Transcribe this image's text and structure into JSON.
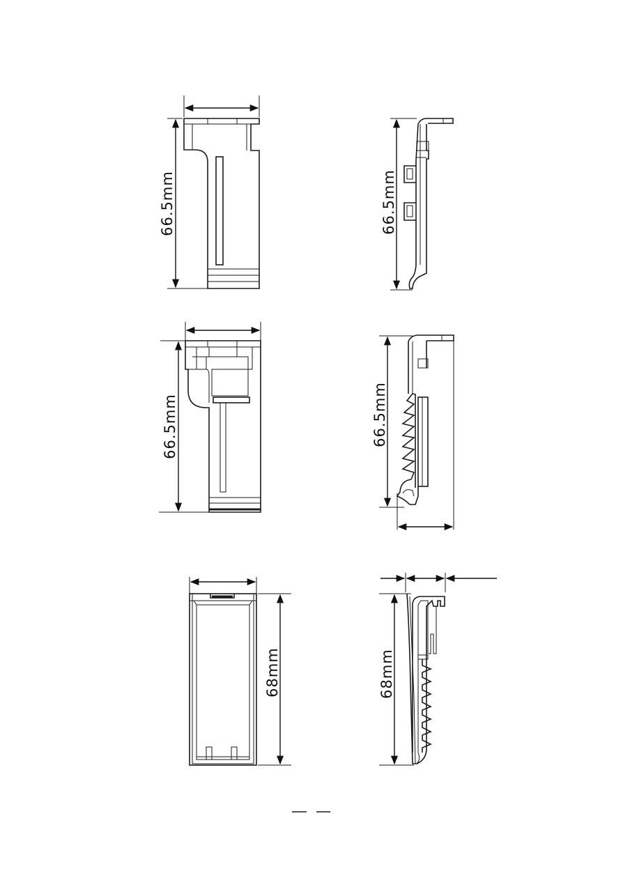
{
  "views": [
    {
      "id": "view-1",
      "dimension_label": "66.5mm"
    },
    {
      "id": "view-2",
      "dimension_label": "66.5mm"
    },
    {
      "id": "view-3",
      "dimension_label": "66.5mm"
    },
    {
      "id": "view-4",
      "dimension_label": "66.5mm"
    },
    {
      "id": "view-5",
      "dimension_label": "68mm"
    },
    {
      "id": "view-6",
      "dimension_label": "68mm"
    }
  ],
  "footer": {
    "marks": [
      "—",
      "—"
    ]
  }
}
